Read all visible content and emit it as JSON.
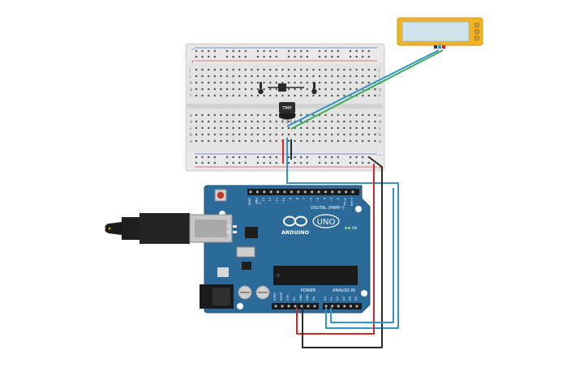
{
  "breadboard": {
    "row_labels_top": [
      "j",
      "i",
      "h",
      "g",
      "f"
    ],
    "row_labels_bottom": [
      "e",
      "d",
      "c",
      "b",
      "a"
    ],
    "rail_plus": "+",
    "rail_minus": "−"
  },
  "sensor": {
    "label": "TMP"
  },
  "arduino": {
    "logo_text": "ARDUINO",
    "model": "UNO",
    "digital_label": "DIGITAL (PWM~)",
    "power_label": "POWER",
    "analog_label": "ANALOG IN",
    "tx_label": "TX",
    "rx_label": "RX",
    "on_label": "ON",
    "l_label": "L",
    "digital_pins": [
      "AREF",
      "GND",
      "13",
      "12",
      "~11",
      "~10",
      "~9",
      "8",
      "7",
      "~6",
      "~5",
      "4",
      "~3",
      "2",
      "TX→1",
      "RX←0"
    ],
    "power_pins": [
      "IOREF",
      "RESET",
      "3.3V",
      "5V",
      "GND",
      "GND",
      "Vin"
    ],
    "analog_pins": [
      "A0",
      "A1",
      "A2",
      "A3",
      "A4",
      "A5"
    ]
  },
  "colors": {
    "board_blue": "#2b6a99",
    "wire_red": "#d2262b",
    "wire_black": "#2a2a2a",
    "wire_blue": "#2f95c8",
    "wire_green": "#3caa55",
    "lcd_frame": "#f2b31e",
    "lcd_screen": "#cfe3ec"
  },
  "icons": [
    "thermometer-icon",
    "usb-cable-icon",
    "power-jack-icon",
    "reset-button-icon"
  ]
}
